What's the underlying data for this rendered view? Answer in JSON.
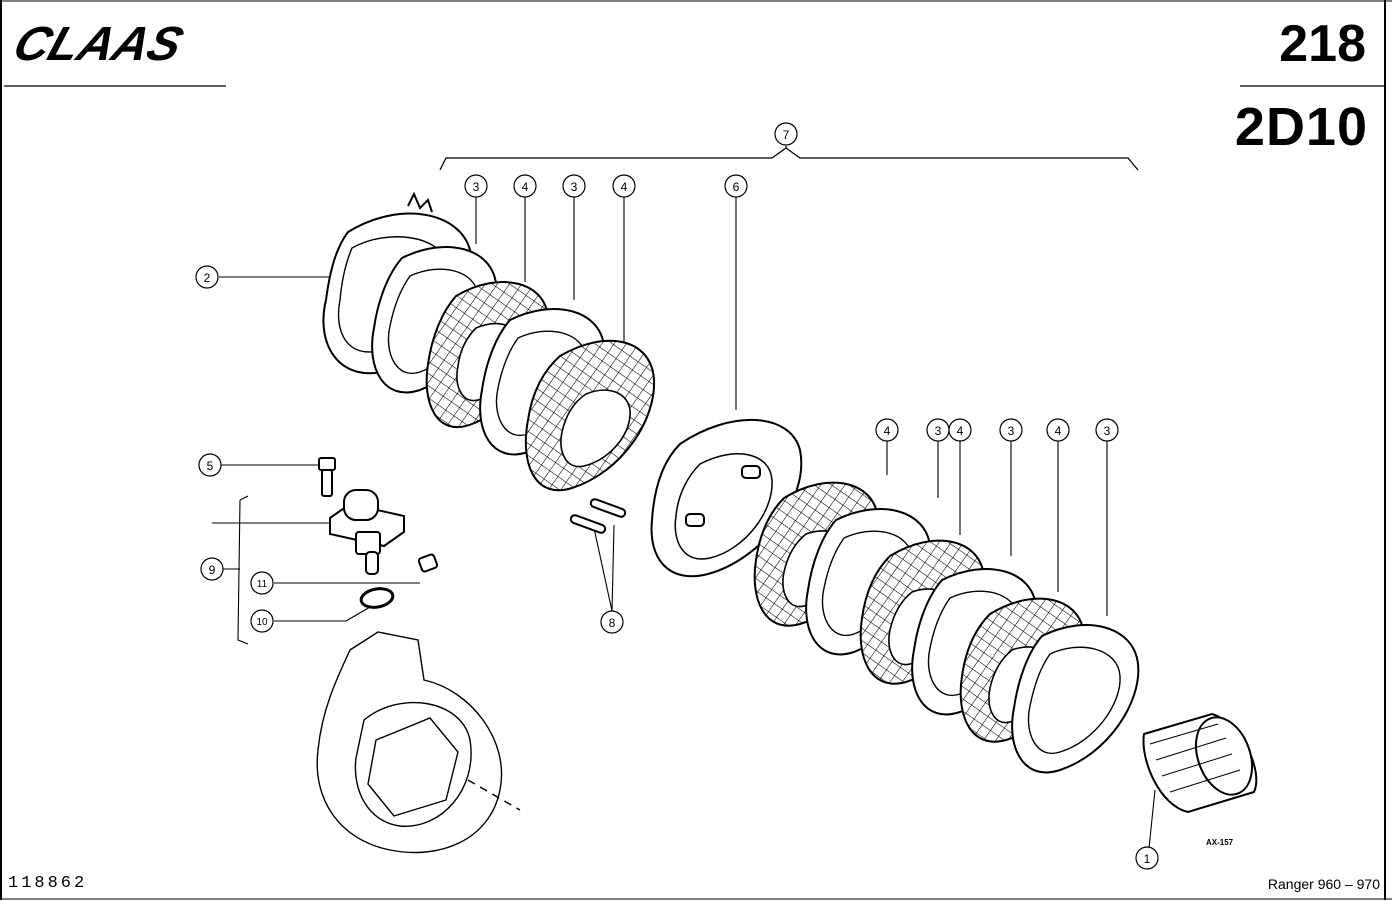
{
  "header": {
    "brand": "CLAAS",
    "page_number": "218",
    "section_code": "2D10"
  },
  "footer": {
    "document_number": "118862",
    "model": "Ranger 960 – 970"
  },
  "figure_code": "AX-157",
  "callouts": {
    "c1": "1",
    "c2": "2",
    "c3": "3",
    "c4": "4",
    "c5": "5",
    "c6": "6",
    "c7": "7",
    "c8": "8",
    "c9": "9",
    "c10": "10",
    "c11": "11"
  },
  "colors": {
    "ink": "#000000",
    "paper": "#ffffff"
  }
}
